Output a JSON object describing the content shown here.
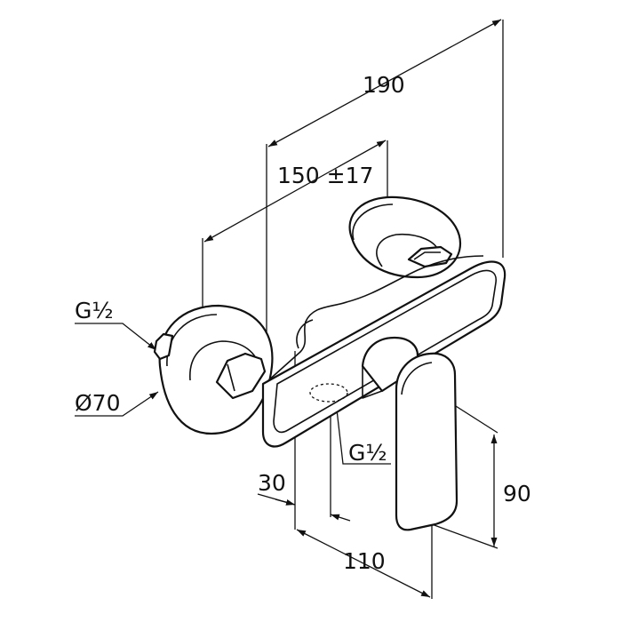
{
  "diagram": {
    "colors": {
      "ink": "#111111",
      "background": "#ffffff"
    },
    "dimensions": {
      "overall_width": "190",
      "inlet_spacing": "150 ±17",
      "inlet_thread_left": "G½",
      "rosette_diameter": "Ø70",
      "outlet_thread": "G½",
      "outlet_offset": "30",
      "projection": "110",
      "lever_height": "90"
    }
  }
}
